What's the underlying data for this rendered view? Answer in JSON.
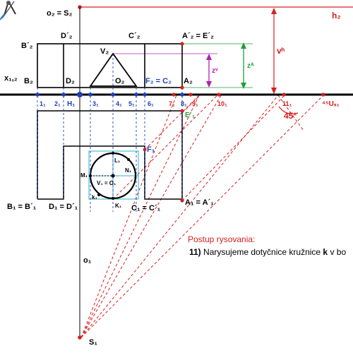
{
  "colors": {
    "axis": "#000000",
    "red": "#d42020",
    "blue": "#1f3fbf",
    "green": "#1e9e3a",
    "magenta": "#b01fb0",
    "cyan": "#29b6c8"
  },
  "icons": {
    "tool": "drafting-compass-icon"
  },
  "labels": {
    "o2_s2": "o₂ = S₂",
    "h2": "h₂",
    "vh": "vʰ",
    "d2p": "D´₂",
    "c2p": "C´₂",
    "a2p_e2p": "A´₂ = E´₂",
    "b2p": "B´₂",
    "v2": "V₂",
    "zv": "zᵛ",
    "za": "zᴬ",
    "x12": "x₁,₂",
    "b2": "B₂",
    "d2": "D₂",
    "o2": "O₂",
    "f2c2": "F₂ = C₂",
    "a2": "A₂",
    "e1p": "E´₁",
    "f1": "F₁",
    "l1": "L₁",
    "n1": "N₁",
    "m1": "M₁",
    "v1o1": "V₁ = O₁",
    "k1p": "k₁",
    "k1": "K₁",
    "b1": "B₁ = B´₁",
    "d1": "D₁ = D´₁",
    "c1": "C₁ = C´₁",
    "a1": "A₁ = A´₁",
    "o1": "o₁",
    "s1": "S₁",
    "angle": "45°",
    "us1": "⁴⁵Uₛ₁"
  },
  "ticks": [
    "1₁",
    "2₁",
    "H₁",
    "3₁",
    "4₁",
    "5₁",
    "6₁",
    "7₁",
    "8₁",
    "9₁",
    "10₁",
    "11₁"
  ],
  "note": {
    "title": "Postup rysovania:",
    "step_number": "11)",
    "step_text": " Narysujeme dotyčnice kružnice ",
    "step_k": "k",
    "step_tail": " v bo"
  }
}
